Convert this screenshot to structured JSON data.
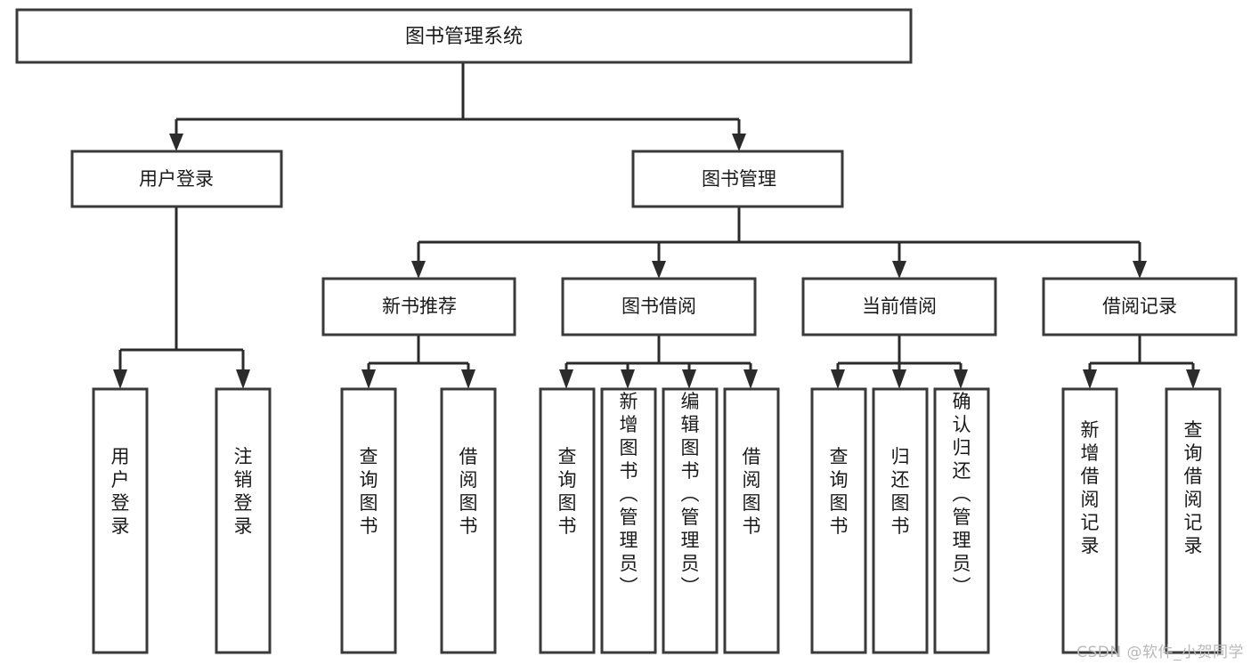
{
  "diagram": {
    "type": "hierarchy-tree",
    "title": "图书管理系统",
    "orientation": "top-down",
    "colors": {
      "box_stroke": "#3a3a3a",
      "box_fill": "#ffffff",
      "connector": "#2b2b2b",
      "text": "#1a1a1a",
      "watermark": "#b9b9b9"
    },
    "root": {
      "label": "图书管理系统"
    },
    "level2": [
      {
        "label": "用户登录"
      },
      {
        "label": "图书管理"
      }
    ],
    "level3": [
      {
        "label": "新书推荐"
      },
      {
        "label": "图书借阅"
      },
      {
        "label": "当前借阅"
      },
      {
        "label": "借阅记录"
      }
    ],
    "leaves": {
      "user_login": [
        {
          "label": "用户登录"
        },
        {
          "label": "注销登录"
        }
      ],
      "new_book_recommend": [
        {
          "label": "查询图书"
        },
        {
          "label": "借阅图书"
        }
      ],
      "book_borrow": [
        {
          "label": "查询图书"
        },
        {
          "label": "新增图书（管理员）"
        },
        {
          "label": "编辑图书（管理员）"
        },
        {
          "label": "借阅图书"
        }
      ],
      "current_borrow": [
        {
          "label": "查询图书"
        },
        {
          "label": "归还图书"
        },
        {
          "label": "确认归还（管理员）"
        }
      ],
      "borrow_record": [
        {
          "label": "新增借阅记录"
        },
        {
          "label": "查询借阅记录"
        }
      ]
    }
  },
  "watermark": {
    "text": "CSDN @软件_小贺同学"
  }
}
